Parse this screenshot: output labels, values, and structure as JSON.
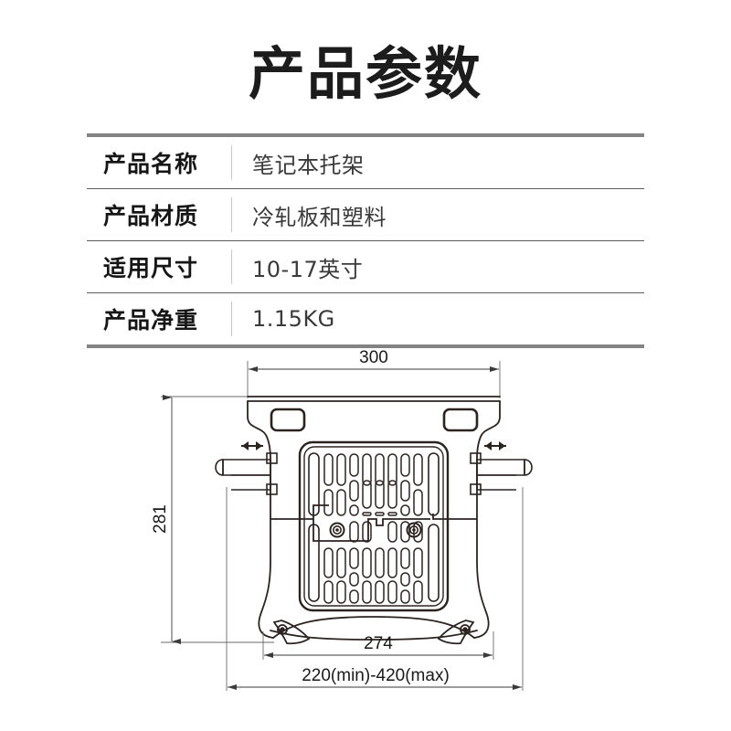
{
  "page": {
    "title": "产品参数",
    "background_color": "#ffffff",
    "text_color": "#1a1a1a"
  },
  "spec_table": {
    "border_color": "#838383",
    "divider_color": "#5c5c5c",
    "rows": [
      {
        "label": "产品名称",
        "value": "笔记本托架"
      },
      {
        "label": "产品材质",
        "value": "冷轧板和塑料"
      },
      {
        "label": "适用尺寸",
        "value": "10-17英寸"
      },
      {
        "label": "产品净重",
        "value": "1.15KG"
      }
    ]
  },
  "drawing": {
    "name": "laptop-stand-technical-drawing",
    "line_color": "#2b2320",
    "dimension_line_color": "#4a4a4a",
    "dimensions": {
      "top_width": "300",
      "height": "281",
      "base_width": "274",
      "arm_span": "220(min)-420(max)"
    },
    "annotations": {
      "left_arm_arrow": "adjustable-horizontal",
      "right_arm_arrow": "adjustable-horizontal"
    }
  }
}
